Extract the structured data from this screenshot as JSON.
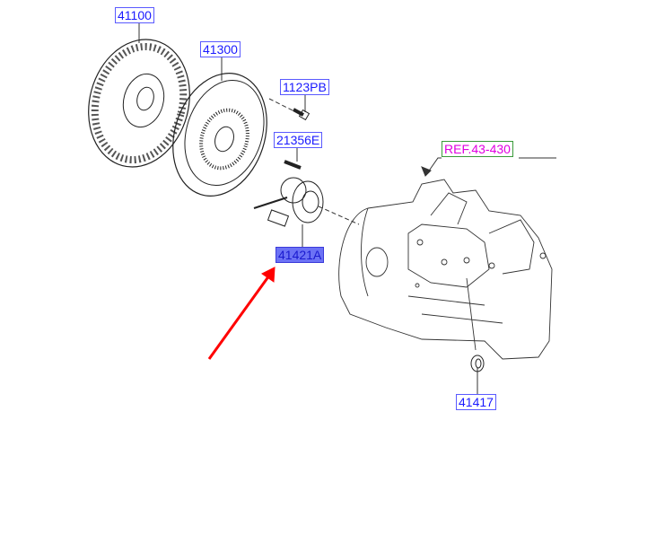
{
  "diagram": {
    "parts": [
      {
        "id": "41100",
        "label": "41100",
        "name": "clutch-disc"
      },
      {
        "id": "41300",
        "label": "41300",
        "name": "clutch-cover"
      },
      {
        "id": "1123PB",
        "label": "1123PB",
        "name": "bolt"
      },
      {
        "id": "21356E",
        "label": "21356E",
        "name": "bolt"
      },
      {
        "id": "41421A",
        "label": "41421A",
        "name": "release-cylinder",
        "selected": true
      },
      {
        "id": "41417",
        "label": "41417",
        "name": "seal"
      }
    ],
    "reference": {
      "label": "REF.43-430"
    },
    "colors": {
      "label_text": "#1a1aff",
      "selected_bg": "#6c72f5",
      "ref_text": "#e000e0",
      "ref_border": "#3a9a3a",
      "arrow": "#ff0000"
    }
  }
}
